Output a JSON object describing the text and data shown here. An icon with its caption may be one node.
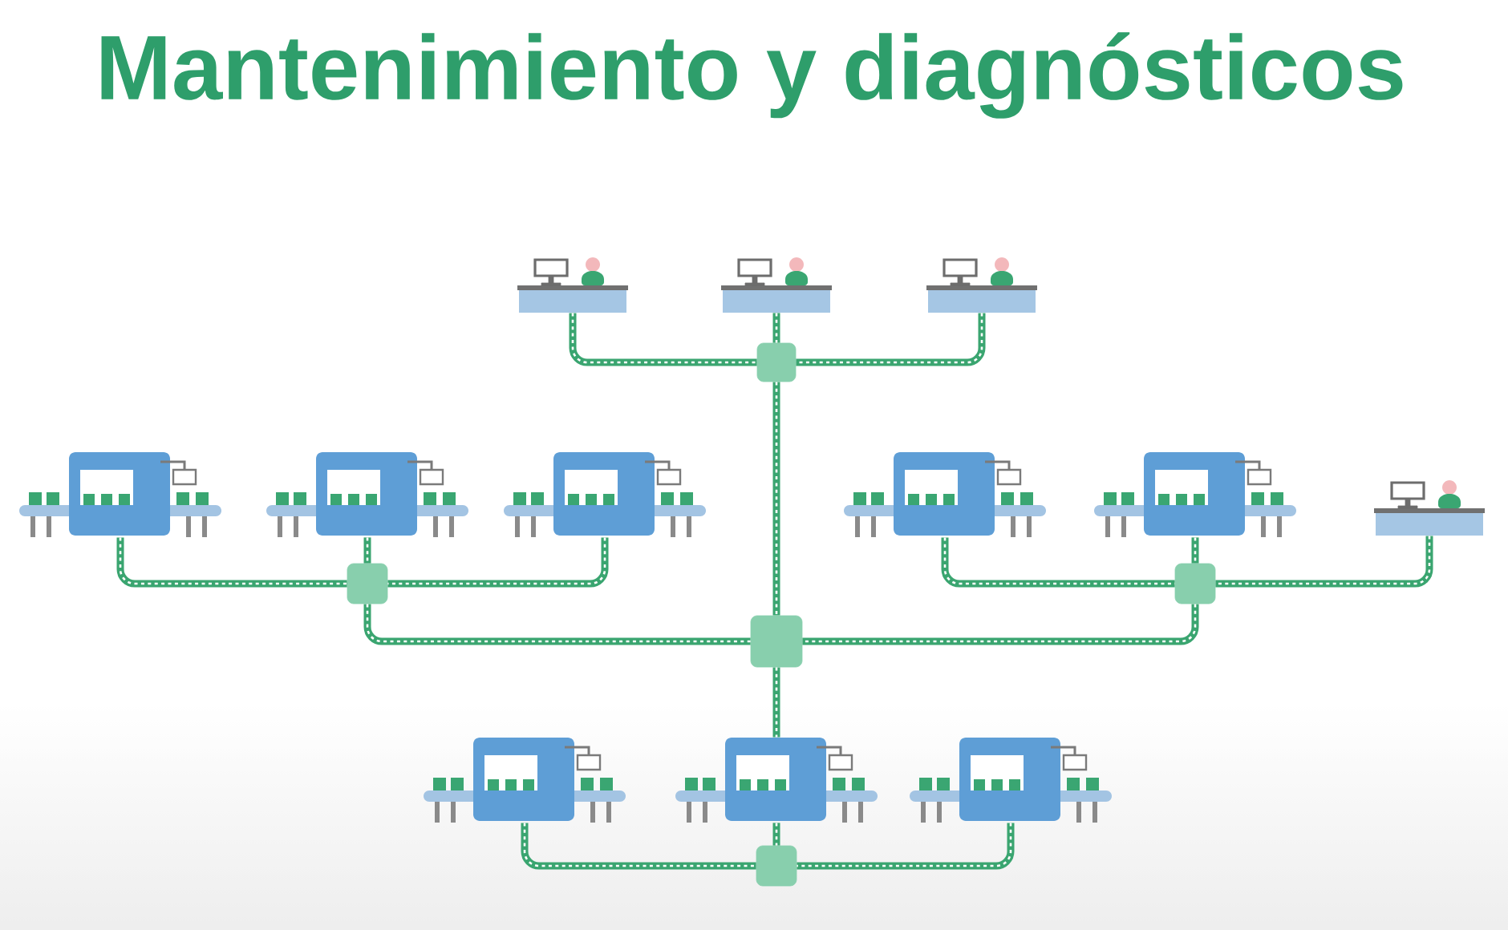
{
  "diagram": {
    "title": "Mantenimiento y diagnósticos",
    "nodes": [
      {
        "text": [],
        "shape": "picture"
      },
      {
        "text": [],
        "shape": "picture"
      },
      {
        "text": [],
        "shape": "picture"
      },
      {
        "text": [],
        "shape": "box"
      },
      {
        "text": [],
        "shape": "picture"
      },
      {
        "text": [],
        "shape": "picture"
      },
      {
        "text": [],
        "shape": "picture"
      },
      {
        "text": [],
        "shape": "picture"
      },
      {
        "text": [],
        "shape": "picture"
      },
      {
        "text": [],
        "shape": "picture"
      },
      {
        "text": [],
        "shape": "box"
      },
      {
        "text": [],
        "shape": "box"
      },
      {
        "text": [],
        "shape": "box"
      },
      {
        "text": [],
        "shape": "picture"
      },
      {
        "text": [],
        "shape": "picture"
      },
      {
        "text": [],
        "shape": "picture"
      },
      {
        "text": [],
        "shape": "box"
      }
    ],
    "edges": [
      {
        "from": 0,
        "to": 3,
        "arrow": "none"
      },
      {
        "from": 1,
        "to": 3,
        "arrow": "none"
      },
      {
        "from": 2,
        "to": 3,
        "arrow": "none"
      },
      {
        "from": 3,
        "to": 12,
        "arrow": "none"
      },
      {
        "from": 4,
        "to": 10,
        "arrow": "none"
      },
      {
        "from": 5,
        "to": 10,
        "arrow": "none"
      },
      {
        "from": 6,
        "to": 10,
        "arrow": "none"
      },
      {
        "from": 10,
        "to": 12,
        "arrow": "none"
      },
      {
        "from": 7,
        "to": 11,
        "arrow": "none"
      },
      {
        "from": 8,
        "to": 11,
        "arrow": "none"
      },
      {
        "from": 9,
        "to": 11,
        "arrow": "none"
      },
      {
        "from": 11,
        "to": 12,
        "arrow": "none"
      },
      {
        "from": 12,
        "to": 14,
        "arrow": "none"
      },
      {
        "from": 13,
        "to": 16,
        "arrow": "none"
      },
      {
        "from": 14,
        "to": 16,
        "arrow": "none"
      },
      {
        "from": 15,
        "to": 16,
        "arrow": "none"
      }
    ]
  }
}
